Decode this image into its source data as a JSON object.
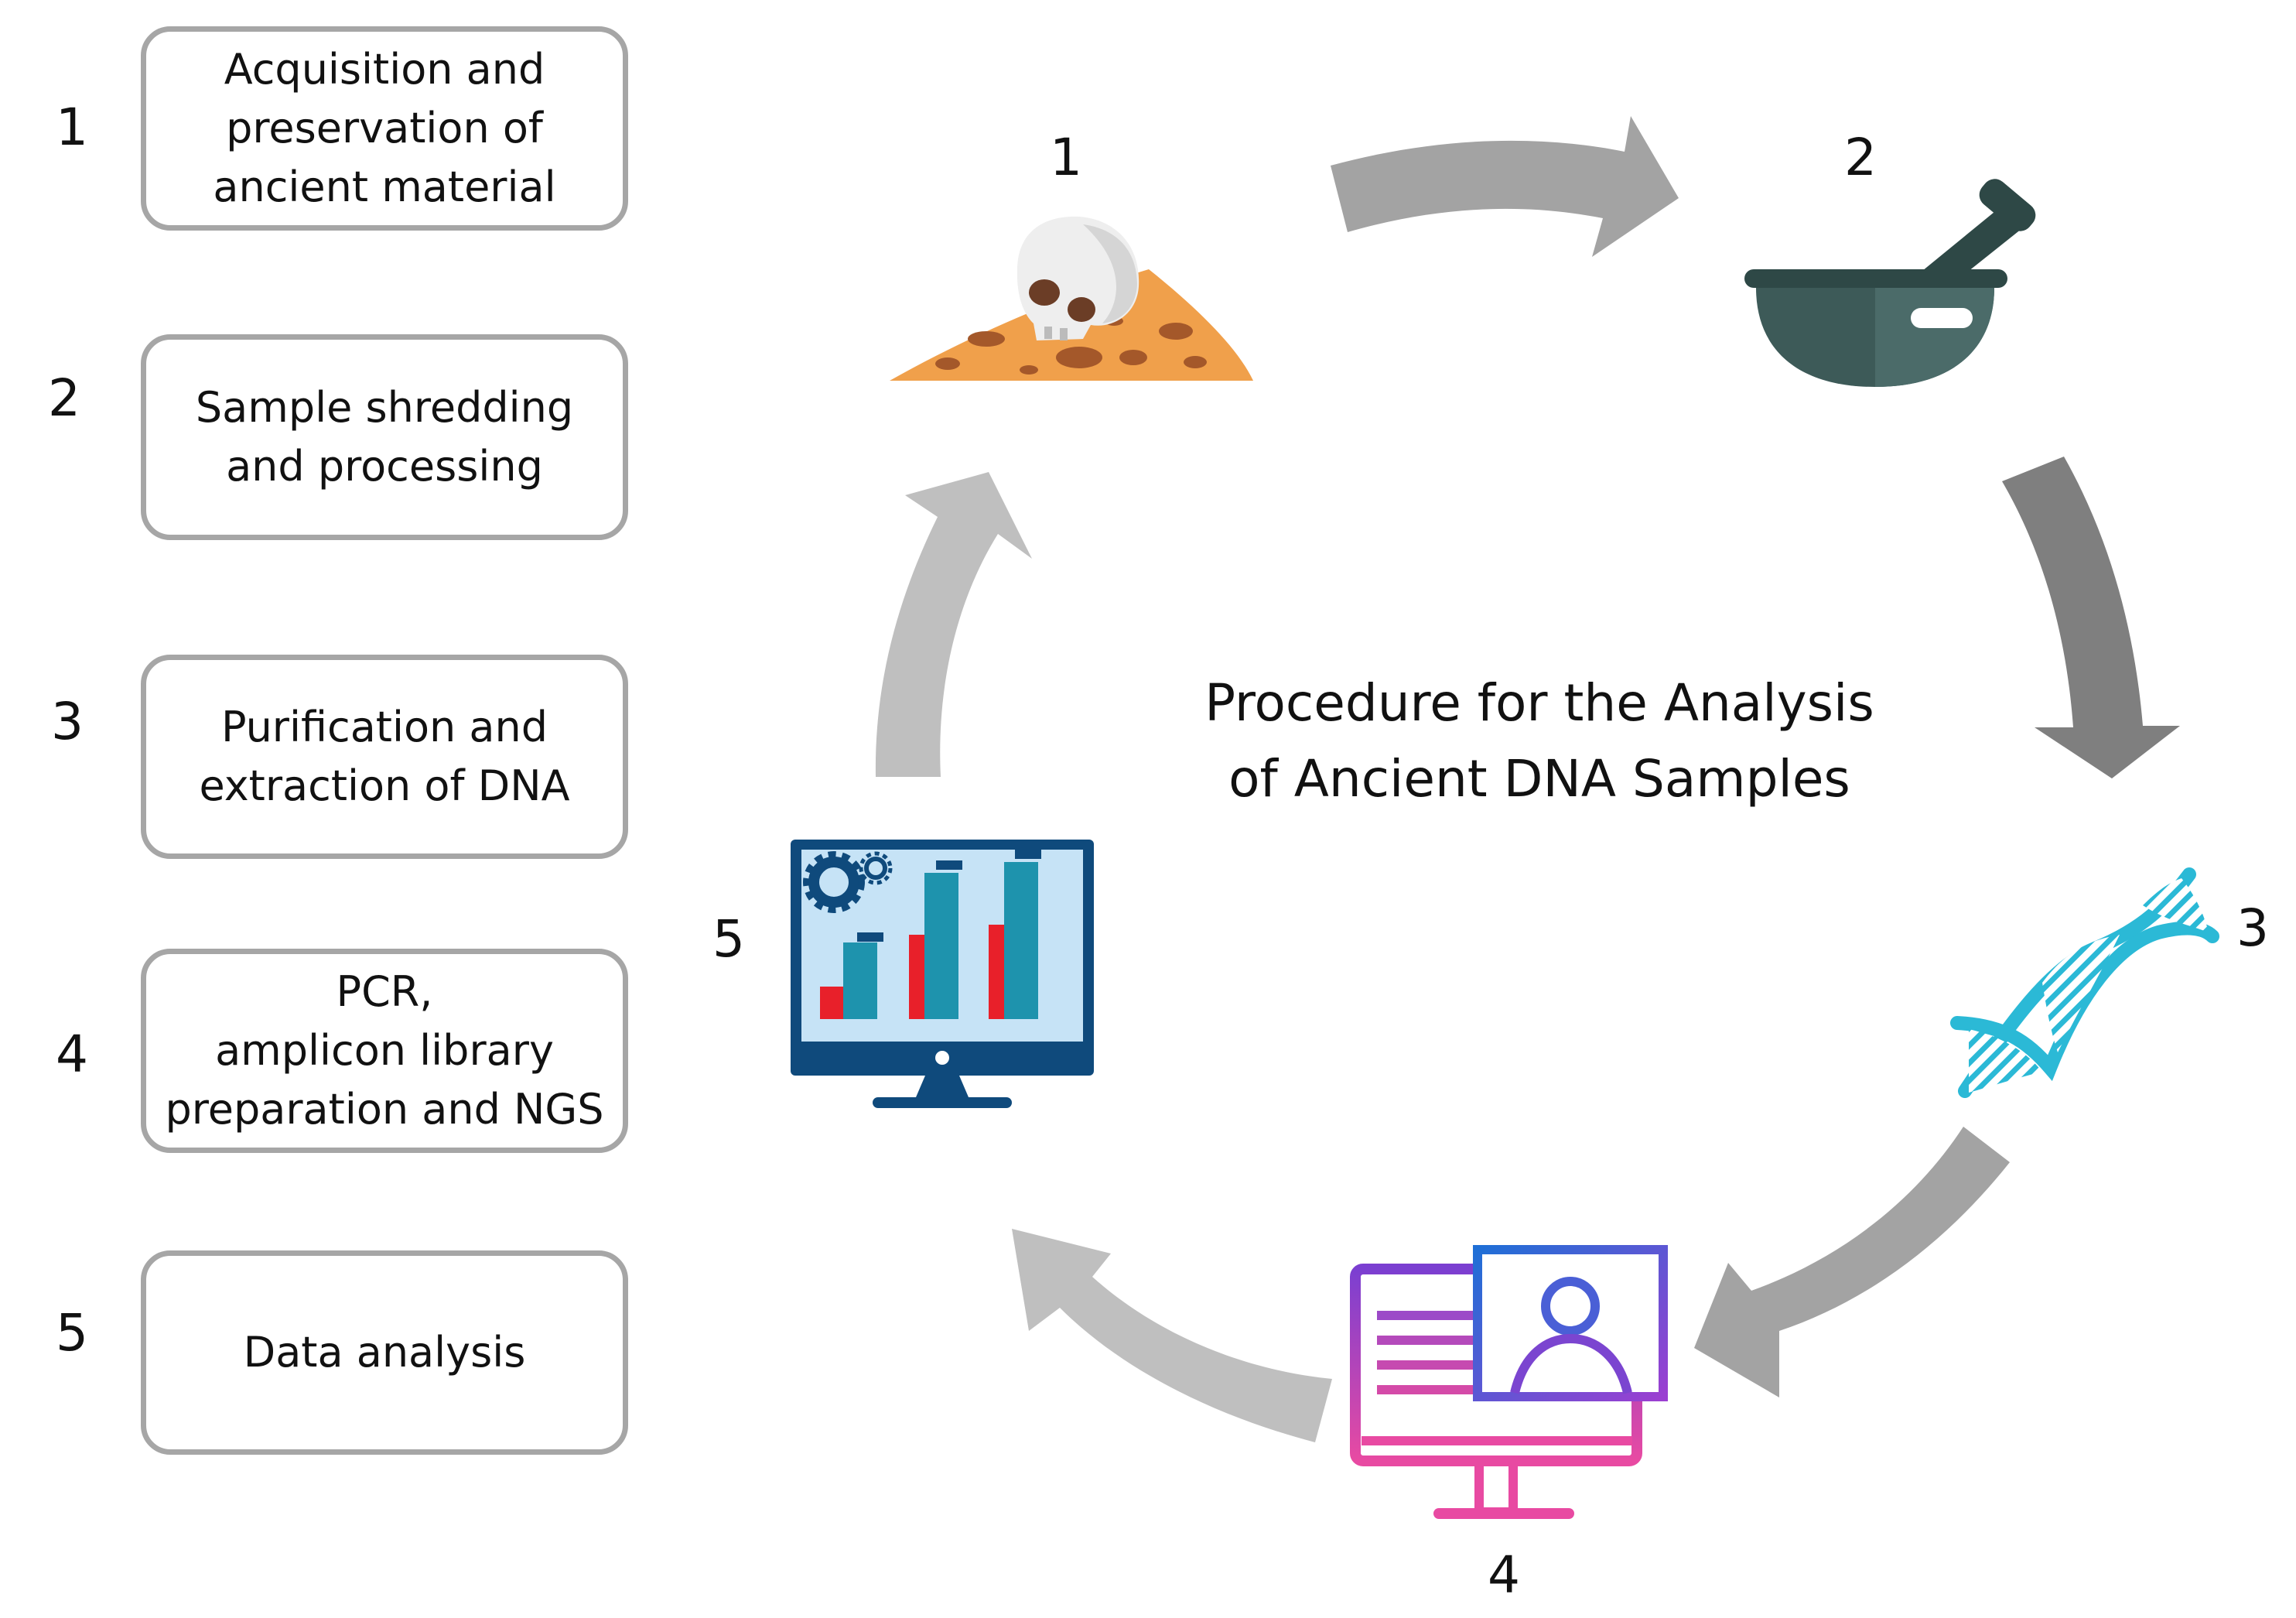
{
  "steps": [
    {
      "number": "1",
      "label": "Acquisition and\npreservation of\nancient material"
    },
    {
      "number": "2",
      "label": "Sample shredding\nand processing"
    },
    {
      "number": "3",
      "label": "Purification and\nextraction of DNA"
    },
    {
      "number": "4",
      "label": "PCR,\namplicon library\npreparation and NGS"
    },
    {
      "number": "5",
      "label": "Data analysis"
    }
  ],
  "cycle": {
    "title": "Procedure for the Analysis\nof Ancient DNA Samples",
    "nodes": [
      {
        "number": "1",
        "icon": "skull-on-soil-icon"
      },
      {
        "number": "2",
        "icon": "mortar-and-pestle-icon"
      },
      {
        "number": "3",
        "icon": "dna-helix-icon"
      },
      {
        "number": "4",
        "icon": "sequencing-monitor-icon"
      },
      {
        "number": "5",
        "icon": "data-analysis-monitor-icon"
      }
    ]
  },
  "colors": {
    "box_border": "#a6a6a6",
    "arrow_light": "#bfbfbf",
    "arrow_mid": "#a3a3a3",
    "arrow_dark": "#7f7f7f",
    "soil": "#f0a04b",
    "mortar": "#3d5a58",
    "dna": "#2bb9d6",
    "monitor_blue": "#0f4a7c",
    "bar_red": "#e8202a",
    "bar_teal": "#1e93ad",
    "gradient_purple": "#7b3fd1",
    "gradient_pink": "#e84aa2"
  }
}
